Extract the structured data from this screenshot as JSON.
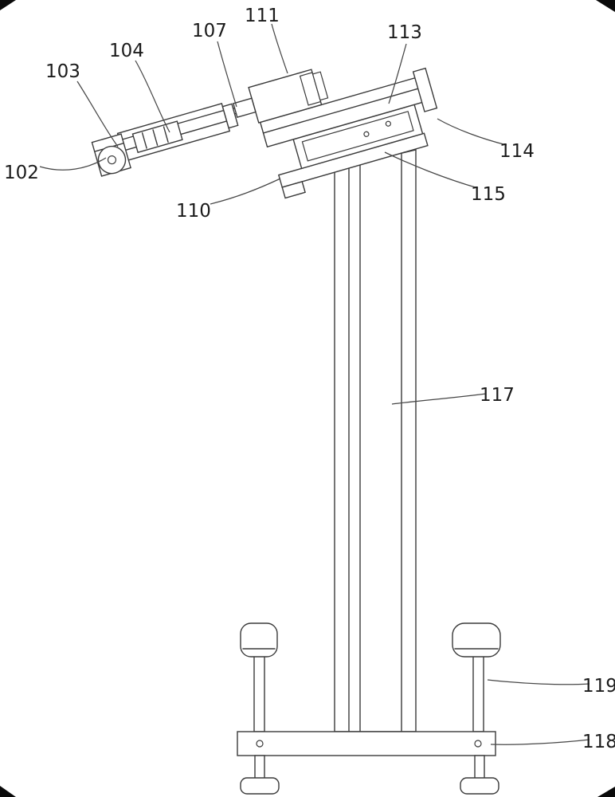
{
  "diagram": {
    "type": "patent-mechanical-figure",
    "description_semantic": "vertical-column-apparatus-with-tilted-actuator-head",
    "background_color": "#ffffff",
    "line_color": "#3a3a3a",
    "label_color": "#1b1b1b",
    "labels": [
      {
        "ref": "102",
        "text": "102",
        "target": "roller-wheel"
      },
      {
        "ref": "103",
        "text": "103",
        "target": "clamp-bracket"
      },
      {
        "ref": "104",
        "text": "104",
        "target": "slider-block"
      },
      {
        "ref": "107",
        "text": "107",
        "target": "guide-rail-arm"
      },
      {
        "ref": "110",
        "text": "110",
        "target": "bottom-bracket"
      },
      {
        "ref": "111",
        "text": "111",
        "target": "motor-box"
      },
      {
        "ref": "113",
        "text": "113",
        "target": "top-plate"
      },
      {
        "ref": "114",
        "text": "114",
        "target": "end-cap"
      },
      {
        "ref": "115",
        "text": "115",
        "target": "mid-plate"
      },
      {
        "ref": "117",
        "text": "117",
        "target": "support-column"
      },
      {
        "ref": "118",
        "text": "118",
        "target": "base-plate"
      },
      {
        "ref": "119",
        "text": "119",
        "target": "right-leg"
      }
    ]
  }
}
